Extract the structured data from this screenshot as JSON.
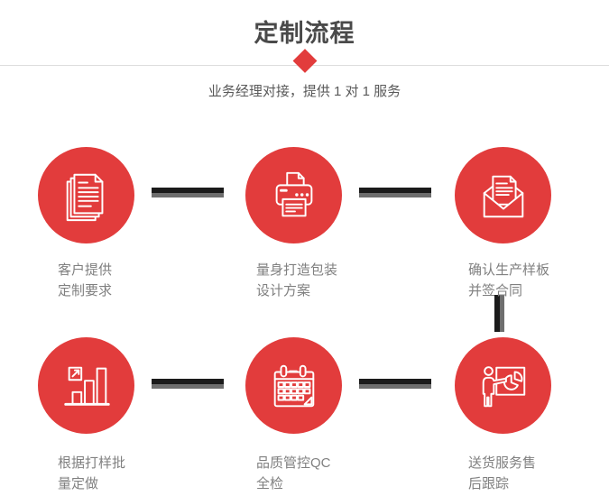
{
  "header": {
    "title": "定制流程",
    "subtitle": "业务经理对接，提供 1 对 1 服务"
  },
  "colors": {
    "accent_red": "#e23c3c",
    "title_color": "#4a4a4a",
    "subtitle_color": "#595959",
    "label_color": "#808080",
    "divider_color": "#dddddd",
    "connector_dark": "#1b1b1b",
    "connector_gray": "#6e6e6e",
    "background": "#ffffff"
  },
  "steps": [
    {
      "icon": "document-stack-icon",
      "label_line1": "客户提供",
      "label_line2": "定制要求"
    },
    {
      "icon": "printer-icon",
      "label_line1": "量身打造包装",
      "label_line2": "设计方案"
    },
    {
      "icon": "envelope-letter-icon",
      "label_line1": "确认生产样板",
      "label_line2": "并签合同"
    },
    {
      "icon": "bar-chart-growth-icon",
      "label_line1": "根据打样批",
      "label_line2": "量定做"
    },
    {
      "icon": "calendar-icon",
      "label_line1": "品质管控QC",
      "label_line2": "全检"
    },
    {
      "icon": "presentation-pie-icon",
      "label_line1": "送货服务售",
      "label_line2": "后跟踪"
    }
  ]
}
